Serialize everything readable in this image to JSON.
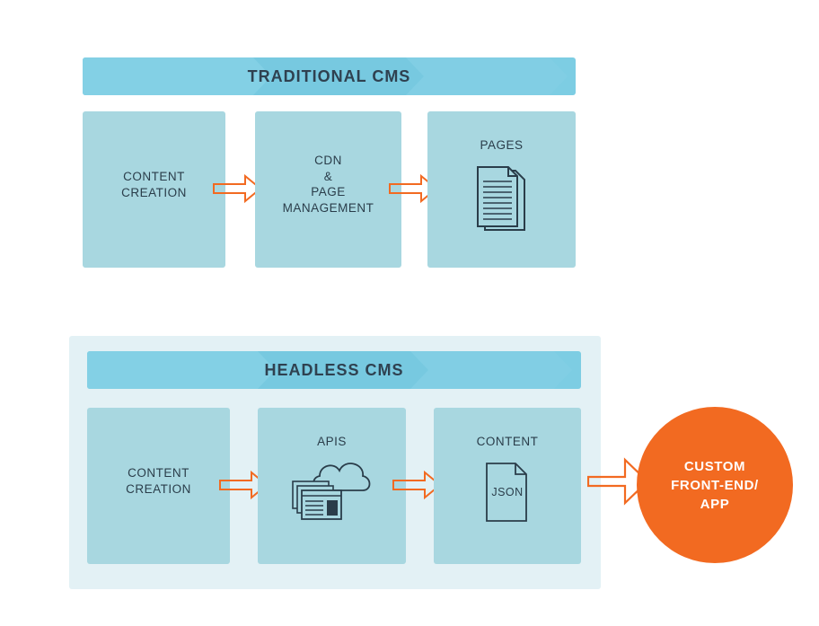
{
  "traditional": {
    "title": "TRADITIONAL CMS",
    "box1": {
      "line1": "CONTENT",
      "line2": "CREATION"
    },
    "box2": {
      "line1": "CDN",
      "line2": "&",
      "line3": "PAGE",
      "line4": "MANAGEMENT"
    },
    "box3": {
      "label": "PAGES",
      "icon": "pages-document-icon"
    }
  },
  "headless": {
    "title": "HEADLESS CMS",
    "box1": {
      "line1": "CONTENT",
      "line2": "CREATION"
    },
    "box2": {
      "label": "APIS",
      "icon": "cloud-api-windows-icon"
    },
    "box3": {
      "label": "CONTENT",
      "file_label": "JSON",
      "icon": "json-file-icon"
    }
  },
  "output": {
    "line1": "CUSTOM",
    "line2": "FRONT-END/",
    "line3": "APP"
  },
  "colors": {
    "banner": "#7dcde3",
    "box": "#a8d7e0",
    "panel": "#e3f1f5",
    "arrow": "#f26a21",
    "circle": "#f26a21",
    "text": "#2a3d4a"
  }
}
